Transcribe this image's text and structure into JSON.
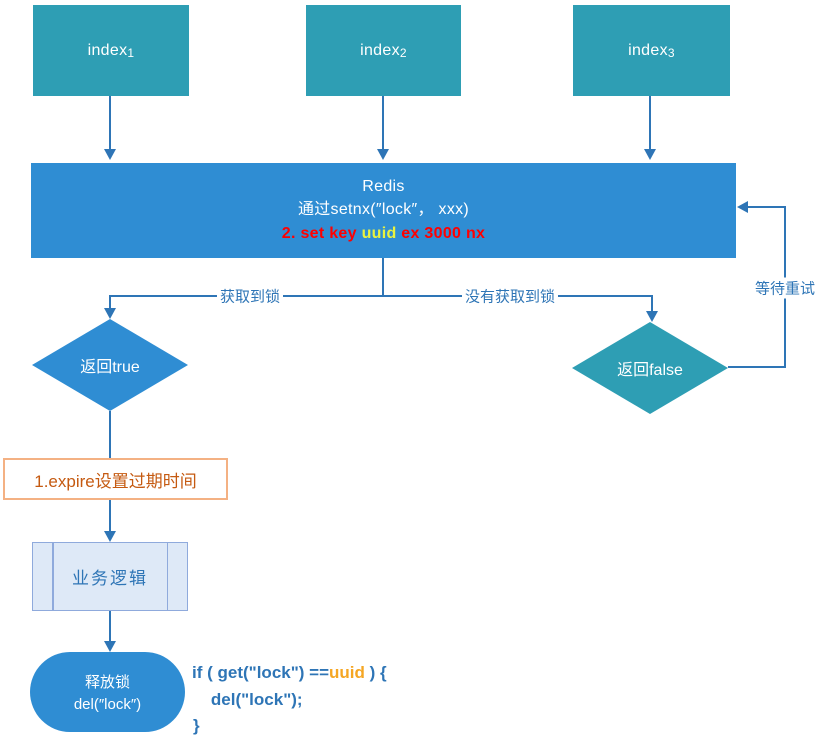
{
  "colors": {
    "teal": "#2E9EB4",
    "blue": "#2F8DD3",
    "line": "#2E75B6",
    "red": "#FF0000",
    "yellow": "#E9F23F",
    "orange": "#F5A623",
    "expire-border": "#F4B183",
    "expire-text": "#C55A11",
    "process-fill": "#DEE9F7",
    "process-border": "#8FAADC"
  },
  "nodes": {
    "index1": {
      "text": "index",
      "sub": "1"
    },
    "index2": {
      "text": "index",
      "sub": "2"
    },
    "index3": {
      "text": "index",
      "sub": "3"
    },
    "redis": {
      "line1": "Redis",
      "line2": "通过setnx(″lock″， xxx)",
      "line3_pre": "2. set key ",
      "line3_uuid": "uuid",
      "line3_post": " ex 3000 nx"
    },
    "return_true": {
      "label": "返回true"
    },
    "return_false": {
      "label": "返回false"
    },
    "expire_note": {
      "label": "1.expire设置过期时间"
    },
    "business": {
      "label": "业务逻辑"
    },
    "release": {
      "line1": "释放锁",
      "line2": "del(″lock″)"
    }
  },
  "edges": {
    "acquired": "获取到锁",
    "not_acquired": "没有获取到锁",
    "retry": "等待重试"
  },
  "code": {
    "line1_pre": "if ( get(\"lock\") ==",
    "line1_uuid": "uuid",
    "line1_post": " ) {",
    "line2": "    del(\"lock\");",
    "line3": "}"
  }
}
